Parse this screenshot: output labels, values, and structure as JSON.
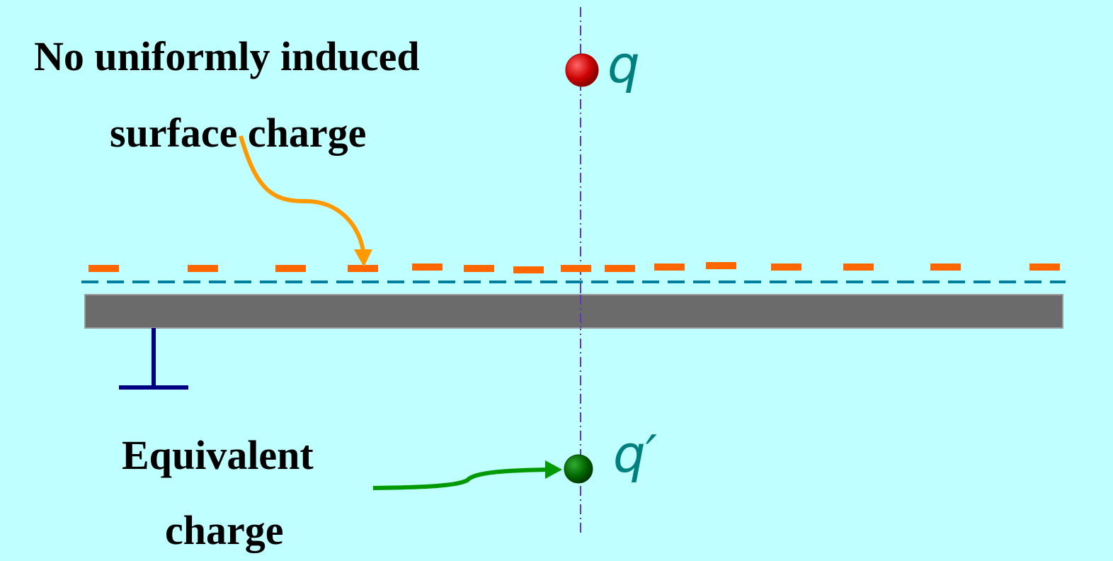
{
  "labels": {
    "induced_line1": "No uniformly induced",
    "induced_line2": "surface charge",
    "equivalent_line1": "Equivalent",
    "equivalent_line2": "charge",
    "charge_q": "q",
    "charge_q_prime": "q′"
  },
  "colors": {
    "background": "#bfffff",
    "plate": "#6b6b6b",
    "induced_charge": "#ff6600",
    "surface_line": "#007f9f",
    "axis": "#6633cc",
    "charge_q": "#cc0000",
    "charge_q_prime": "#006600",
    "arrow_induced": "#ff9900",
    "arrow_equivalent": "#009900",
    "ground": "#000080",
    "symbol_text": "#007f7f"
  }
}
